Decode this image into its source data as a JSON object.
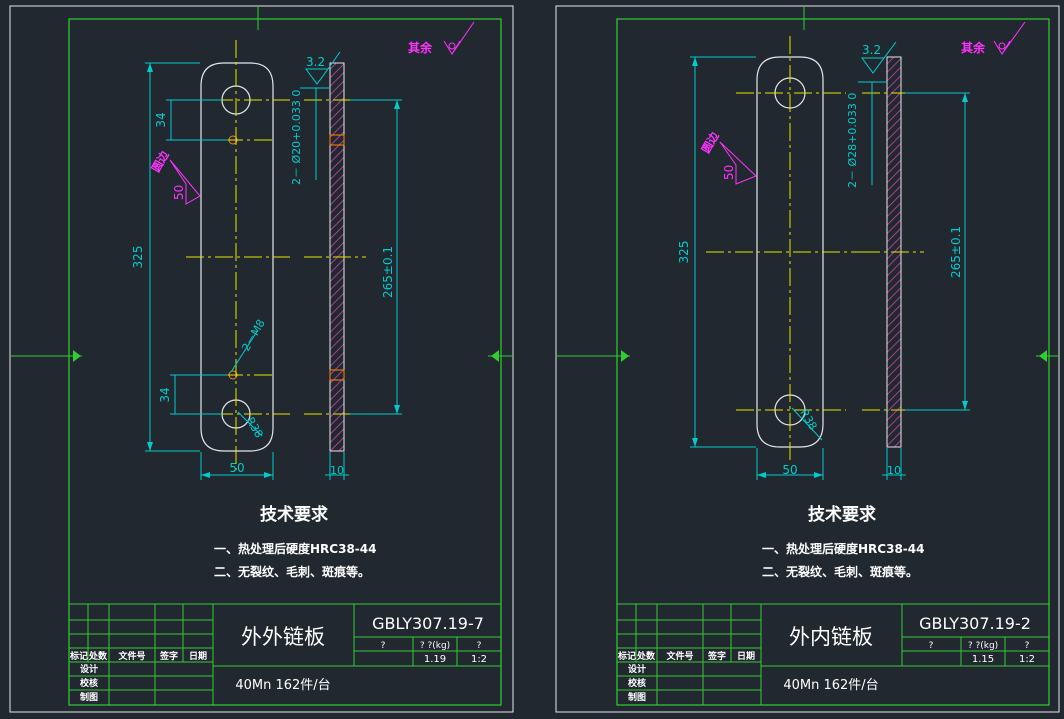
{
  "colors": {
    "background": "#212830",
    "frame": "#33cc33",
    "part": "#e6e6e6",
    "center": "#e6e600",
    "dim": "#00cccc",
    "annot": "#ff33ff",
    "text": "#ffffff",
    "hatch": "#cc44aa"
  },
  "sheets": [
    {
      "surface_note": "其余",
      "roughness_main": "3.2",
      "bore_callout": "2－ Ø20+0.033 0",
      "weld_note": "圆边",
      "weld_size": "50",
      "thread_callout": "2－M8",
      "dim_overall": "325",
      "dim_upper": "34",
      "dim_lower": "34",
      "dim_pitch": "265±0.1",
      "dim_radius": "R38",
      "dim_width": "50",
      "dim_thickness": "10",
      "tech_title": "技术要求",
      "tech_line1": "一、热处理后硬度HRC38-44",
      "tech_line2": "二、无裂纹、毛刺、斑痕等。",
      "part_name": "外外链板",
      "drawing_no": "GBLY307.19-7",
      "material": "40Mn 162件/台",
      "tb_mark": "?",
      "tb_weight_hdr": "? ?(kg)",
      "weight": "1.19",
      "scale": "1:2",
      "tb_rows": [
        "标记",
        "处数",
        "文件号",
        "签字",
        "日期",
        "设计",
        "校核",
        "制图"
      ]
    },
    {
      "surface_note": "其余",
      "roughness_main": "3.2",
      "bore_callout": "2－ Ø28+0.033 0",
      "weld_note": "圆边",
      "weld_size": "50",
      "thread_callout": "",
      "dim_overall": "325",
      "dim_upper": "",
      "dim_lower": "",
      "dim_pitch": "265±0.1",
      "dim_radius": "R38",
      "dim_width": "50",
      "dim_thickness": "10",
      "tech_title": "技术要求",
      "tech_line1": "一、热处理后硬度HRC38-44",
      "tech_line2": "二、无裂纹、毛刺、斑痕等。",
      "part_name": "外内链板",
      "drawing_no": "GBLY307.19-2",
      "material": "40Mn 162件/台",
      "tb_mark": "?",
      "tb_weight_hdr": "? ?(kg)",
      "weight": "1.15",
      "scale": "1:2",
      "tb_rows": [
        "标记",
        "处数",
        "文件号",
        "签字",
        "日期",
        "设计",
        "校核",
        "制图"
      ]
    }
  ]
}
